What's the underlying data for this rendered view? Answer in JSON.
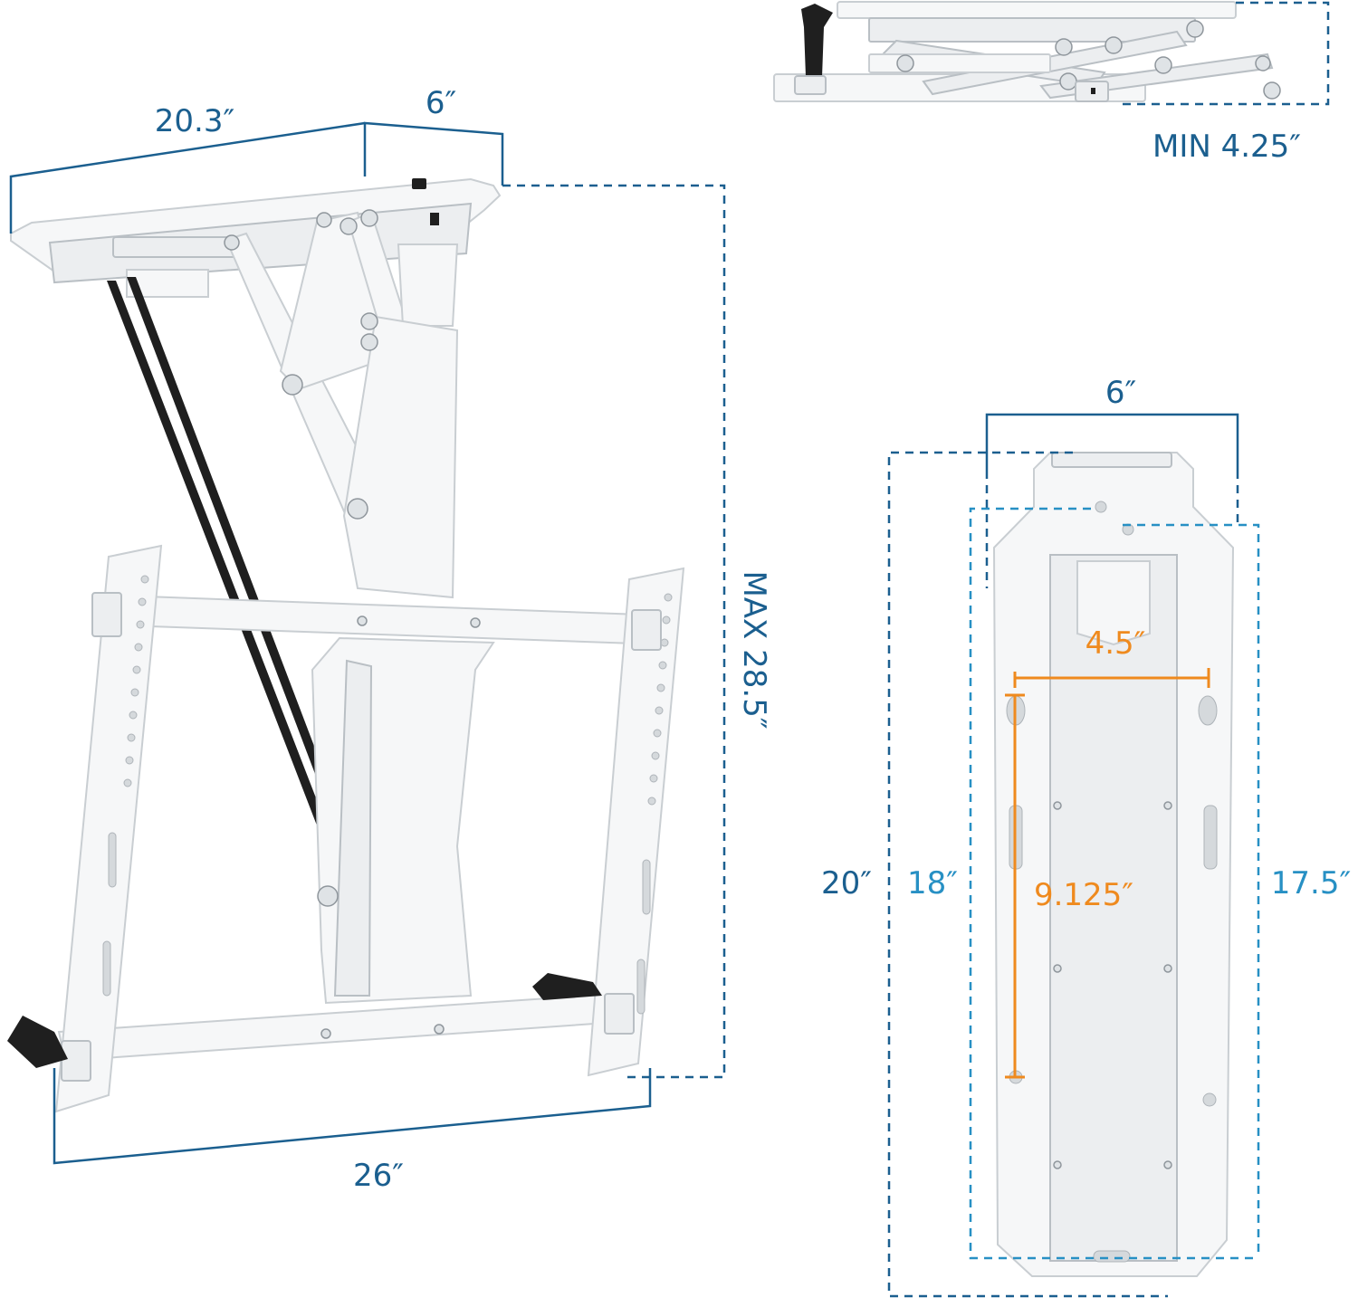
{
  "side_view": {
    "width_label": "20.3″",
    "depth_label": "6″",
    "max_height_label": "MAX 28.5″",
    "bracket_width_label": "26″"
  },
  "folded_view": {
    "min_height_label": "MIN 4.25″"
  },
  "plate_view": {
    "top_width_label": "6″",
    "hole_spacing_label": "4.5″",
    "vertical_spacing_label": "9.125″",
    "overall_height_label": "20″",
    "inner_height_label": "18″",
    "right_height_label": "17.5″"
  },
  "colors": {
    "dimension_blue": "#1b5f8f",
    "dimension_light_blue": "#2790c4",
    "highlight_orange": "#ef8a1e",
    "mount_white": "#f6f7f8",
    "strut_black": "#1f1f1f"
  }
}
